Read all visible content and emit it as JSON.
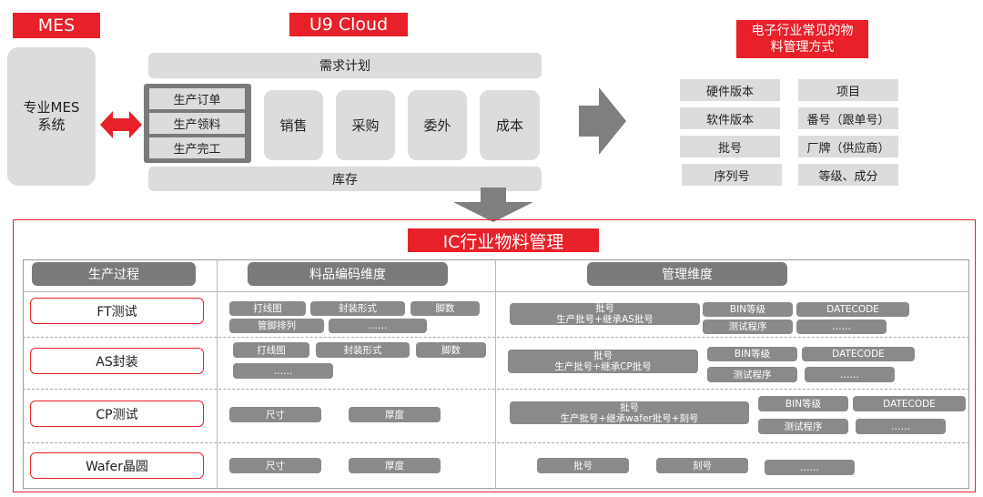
{
  "top": {
    "mes_tag": "MES",
    "mes_system": "专业MES\n系统",
    "u9_tag": "U9 Cloud",
    "demand_plan": "需求计划",
    "prod_order": "生产订单",
    "prod_pick": "生产领料",
    "prod_finish": "生产完工",
    "modules": [
      "销售",
      "采购",
      "委外",
      "成本"
    ],
    "inventory": "库存",
    "right_title": "电子行业常见的物\n料管理方式",
    "right_left": [
      "硬件版本",
      "软件版本",
      "批号",
      "序列号"
    ],
    "right_right": [
      "项目",
      "番号（跟单号）",
      "厂牌（供应商）",
      "等级、成分"
    ]
  },
  "ic": {
    "title": "IC行业物料管理",
    "headers": [
      "生产过程",
      "料品编码维度",
      "管理维度"
    ],
    "rows": [
      {
        "process": "FT测试",
        "coding": [
          "打线图",
          "封装形式",
          "脚数",
          "管脚排列",
          "……"
        ],
        "batch": "批号\n生产批号+继承AS批号",
        "mgmt": [
          "BIN等级",
          "DATECODE",
          "测试程序",
          "……"
        ]
      },
      {
        "process": "AS封装",
        "coding": [
          "打线图",
          "封装形式",
          "脚数",
          "……"
        ],
        "batch": "批号\n生产批号+继承CP批号",
        "mgmt": [
          "BIN等级",
          "DATECODE",
          "测试程序",
          "……"
        ]
      },
      {
        "process": "CP测试",
        "coding": [
          "尺寸",
          "厚度"
        ],
        "batch": "批号\n生产批号+继承wafer批号+刻号",
        "mgmt": [
          "BIN等级",
          "DATECODE",
          "测试程序",
          "……"
        ]
      },
      {
        "process": "Wafer晶圆",
        "coding": [
          "尺寸",
          "厚度"
        ],
        "mgmt": [
          "批号",
          "刻号",
          "……"
        ]
      }
    ]
  },
  "colors": {
    "accent": "#e8202a",
    "box": "#dcdcdc",
    "pill": "#8a8a8a"
  }
}
